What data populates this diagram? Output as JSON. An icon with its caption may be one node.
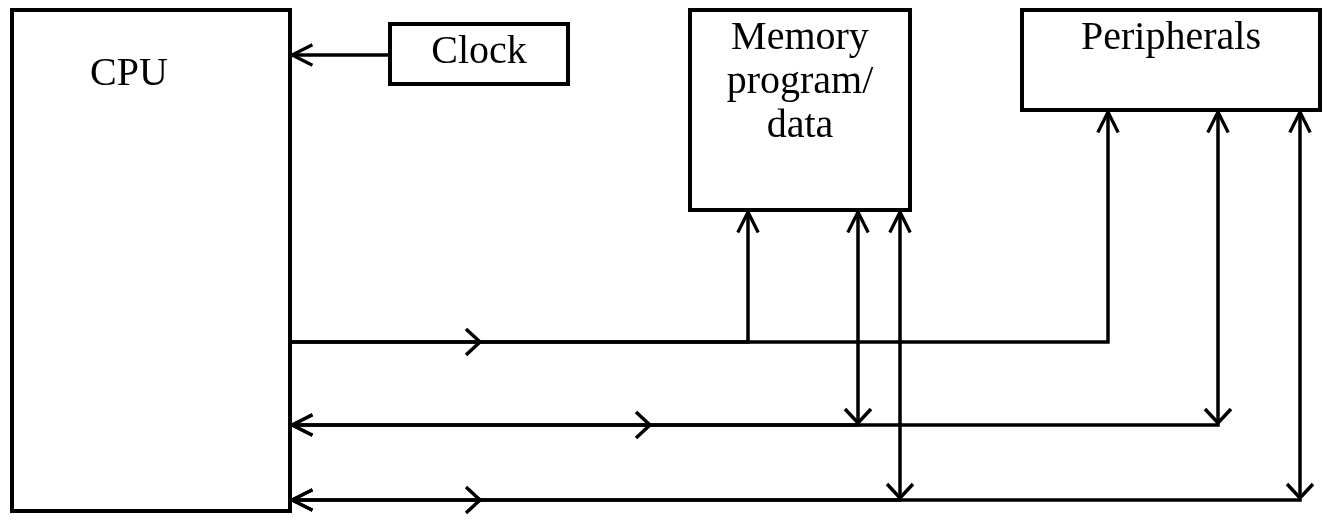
{
  "diagram": {
    "nodes": [
      {
        "text": [
          "CPU"
        ]
      },
      {
        "text": [
          "Clock"
        ]
      },
      {
        "text": [
          "Memory program/ data"
        ]
      },
      {
        "text": [
          "Peripherals"
        ]
      }
    ],
    "edges": [
      {
        "from": 1,
        "to": 0,
        "arrow": "to"
      },
      {
        "from": 0,
        "to": 2,
        "arrow": "to"
      },
      {
        "from": 0,
        "to": 3,
        "arrow": "to"
      },
      {
        "from": 0,
        "to": 2,
        "arrow": "both"
      },
      {
        "from": 0,
        "to": 3,
        "arrow": "both"
      },
      {
        "from": 0,
        "to": 2,
        "arrow": "both"
      },
      {
        "from": 0,
        "to": 3,
        "arrow": "both"
      }
    ]
  }
}
